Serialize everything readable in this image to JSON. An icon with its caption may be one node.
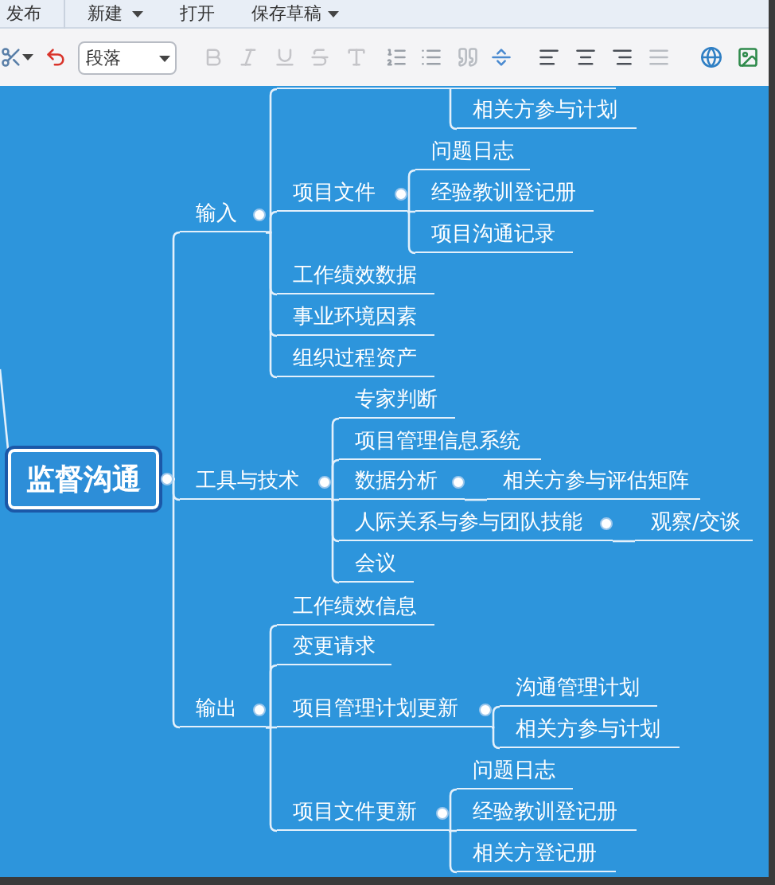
{
  "diagram": {
    "nodes": [
      {
        "text": [
          "监督沟通"
        ]
      },
      {
        "text": [
          "输入"
        ]
      },
      {
        "text": [
          "相关方参与计划"
        ]
      },
      {
        "text": [
          "项目文件"
        ]
      },
      {
        "text": [
          "问题日志"
        ]
      },
      {
        "text": [
          "经验教训登记册"
        ]
      },
      {
        "text": [
          "项目沟通记录"
        ]
      },
      {
        "text": [
          "工作绩效数据"
        ]
      },
      {
        "text": [
          "事业环境因素"
        ]
      },
      {
        "text": [
          "组织过程资产"
        ]
      },
      {
        "text": [
          "工具与技术"
        ]
      },
      {
        "text": [
          "专家判断"
        ]
      },
      {
        "text": [
          "项目管理信息系统"
        ]
      },
      {
        "text": [
          "数据分析"
        ]
      },
      {
        "text": [
          "相关方参与评估矩阵"
        ]
      },
      {
        "text": [
          "人际关系与参与团队技能"
        ]
      },
      {
        "text": [
          "观察/交谈"
        ]
      },
      {
        "text": [
          "会议"
        ]
      },
      {
        "text": [
          "输出"
        ]
      },
      {
        "text": [
          "工作绩效信息"
        ]
      },
      {
        "text": [
          "变更请求"
        ]
      },
      {
        "text": [
          "项目管理计划更新"
        ]
      },
      {
        "text": [
          "沟通管理计划"
        ]
      },
      {
        "text": [
          "相关方参与计划"
        ]
      },
      {
        "text": [
          "项目文件更新"
        ]
      },
      {
        "text": [
          "问题日志"
        ]
      },
      {
        "text": [
          "经验教训登记册"
        ]
      },
      {
        "text": [
          "相关方登记册"
        ]
      },
      {
        "text": [],
        "shape": "bar"
      }
    ],
    "edges": [
      {
        "from": 0,
        "to": null,
        "arrow": "none"
      },
      {
        "from": 0,
        "to": 1,
        "arrow": "none"
      },
      {
        "from": 1,
        "to": 28,
        "arrow": "none"
      },
      {
        "from": 28,
        "to": 2,
        "arrow": "none"
      },
      {
        "from": 1,
        "to": 3,
        "arrow": "none"
      },
      {
        "from": 3,
        "to": 4,
        "arrow": "none"
      },
      {
        "from": 3,
        "to": 5,
        "arrow": "none"
      },
      {
        "from": 3,
        "to": 6,
        "arrow": "none"
      },
      {
        "from": 1,
        "to": 7,
        "arrow": "none"
      },
      {
        "from": 1,
        "to": 8,
        "arrow": "none"
      },
      {
        "from": 1,
        "to": 9,
        "arrow": "none"
      },
      {
        "from": 0,
        "to": 10,
        "arrow": "none"
      },
      {
        "from": 10,
        "to": 11,
        "arrow": "none"
      },
      {
        "from": 10,
        "to": 12,
        "arrow": "none"
      },
      {
        "from": 10,
        "to": 13,
        "arrow": "none"
      },
      {
        "from": 13,
        "to": 14,
        "arrow": "none"
      },
      {
        "from": 10,
        "to": 15,
        "arrow": "none"
      },
      {
        "from": 15,
        "to": 16,
        "arrow": "none"
      },
      {
        "from": 10,
        "to": 17,
        "arrow": "none"
      },
      {
        "from": 0,
        "to": 18,
        "arrow": "none"
      },
      {
        "from": 18,
        "to": 19,
        "arrow": "none"
      },
      {
        "from": 18,
        "to": 20,
        "arrow": "none"
      },
      {
        "from": 18,
        "to": 21,
        "arrow": "none"
      },
      {
        "from": 21,
        "to": 22,
        "arrow": "none"
      },
      {
        "from": 21,
        "to": 23,
        "arrow": "none"
      },
      {
        "from": 18,
        "to": 24,
        "arrow": "none"
      },
      {
        "from": 24,
        "to": 25,
        "arrow": "none"
      },
      {
        "from": 24,
        "to": 26,
        "arrow": "none"
      },
      {
        "from": 24,
        "to": 27,
        "arrow": "none"
      }
    ],
    "labels": [
      "发布",
      "新建",
      "打开",
      "保存草稿",
      "段落"
    ]
  }
}
